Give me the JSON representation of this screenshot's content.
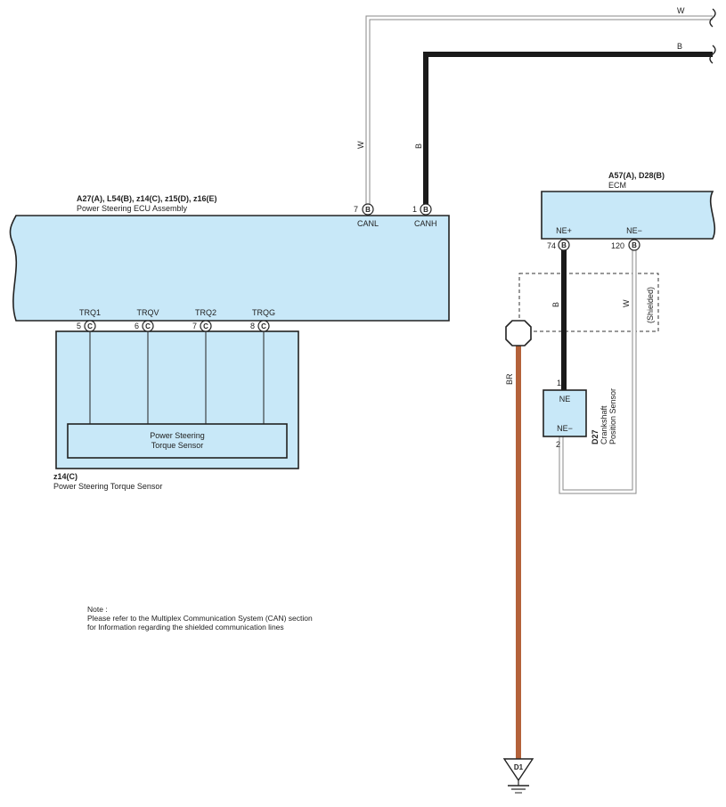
{
  "colors": {
    "component_fill": "#c8e8f8",
    "outline": "#222222",
    "wire_black": "#1a1a1a",
    "wire_white_outline": "#888888",
    "wire_brown": "#b4623a"
  },
  "wire_labels": {
    "top_w": "W",
    "top_b": "B",
    "canl_vertical": "W",
    "canh_vertical": "B",
    "ne_plus": "B",
    "ne_minus": "W",
    "ground": "BR"
  },
  "ecu": {
    "connectors": "A27(A), L54(B), z14(C), z15(D), z16(E)",
    "name": "Power Steering ECU Assembly",
    "top_pins": [
      {
        "num": "7",
        "conn": "B",
        "name": "CANL"
      },
      {
        "num": "1",
        "conn": "B",
        "name": "CANH"
      }
    ],
    "bottom_pins": [
      {
        "num": "5",
        "conn": "C",
        "name": "TRQ1"
      },
      {
        "num": "6",
        "conn": "C",
        "name": "TRQV"
      },
      {
        "num": "7",
        "conn": "C",
        "name": "TRQ2"
      },
      {
        "num": "8",
        "conn": "C",
        "name": "TRQG"
      }
    ]
  },
  "torque_sensor": {
    "inner_line1": "Power Steering",
    "inner_line2": "Torque Sensor",
    "connector": "z14(C)",
    "name": "Power Steering Torque Sensor"
  },
  "ecm": {
    "connectors": "A57(A), D28(B)",
    "name": "ECM",
    "pins": [
      {
        "num": "74",
        "conn": "B",
        "name": "NE+"
      },
      {
        "num": "120",
        "conn": "B",
        "name": "NE−"
      }
    ]
  },
  "shield_label": "(Shielded)",
  "crank_sensor": {
    "pin_top": "1",
    "pin_top_name": "NE",
    "pin_bottom": "2",
    "pin_bottom_name": "NE−",
    "code": "D27",
    "name_line1": "Crankshaft",
    "name_line2": "Position Sensor"
  },
  "ground_point": "D1",
  "note": {
    "title": "Note :",
    "line1": "Please refer to the Multiplex Communication System (CAN) section",
    "line2": "for Information regarding the shielded communication lines"
  }
}
